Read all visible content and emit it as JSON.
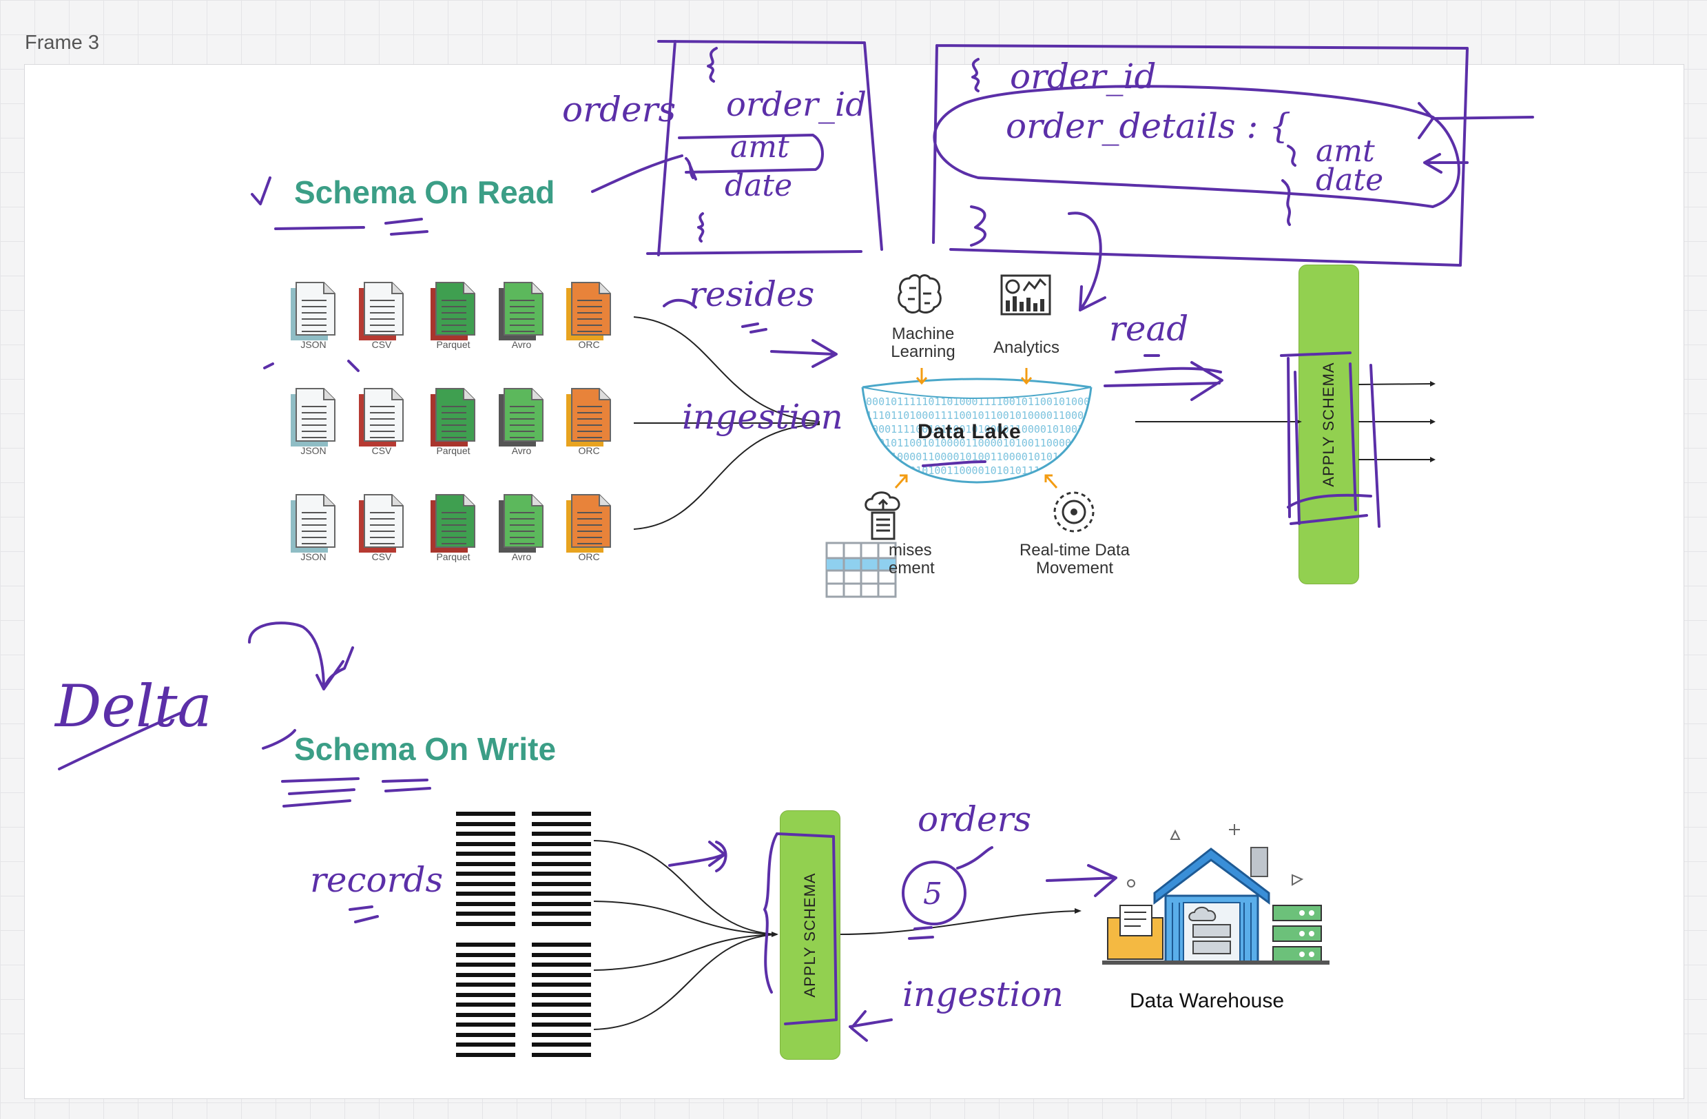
{
  "frame": {
    "label": "Frame 3"
  },
  "schema_on_read": {
    "title": "Schema On Read",
    "file_rows": [
      [
        "JSON",
        "CSV",
        "Parquet",
        "Avro",
        "ORC"
      ],
      [
        "JSON",
        "CSV",
        "Parquet",
        "Avro",
        "ORC"
      ],
      [
        "JSON",
        "CSV",
        "Parquet",
        "Avro",
        "ORC"
      ]
    ],
    "lake": {
      "title": "Data Lake",
      "binary": "0000101111101101000111100101100101000011000010100110000101010111011010110101110101001110101100101101001101000010",
      "ml_label": "Machine\nLearning",
      "analytics_label": "Analytics",
      "onprem_label": "mises\nement",
      "realtime_label": "Real-time Data\nMovement"
    },
    "apply_schema": "APPLY SCHEMA"
  },
  "schema_on_write": {
    "title": "Schema On Write",
    "apply_schema": "APPLY SCHEMA",
    "warehouse_label": "Data Warehouse"
  },
  "annotations": {
    "orders": "orders",
    "order_id": "order_id",
    "amt": "amt",
    "date": "date",
    "order_id_2": "order_id",
    "order_details": "order_details : {",
    "amt_2": "amt",
    "date_2": "date",
    "resides": "resides",
    "ingestion": "ingestion",
    "read": "read",
    "delta": "Delta",
    "records": "records",
    "orders_2": "orders",
    "ingestion_2": "ingestion",
    "five": "5"
  },
  "colors": {
    "title_green": "#3b9e86",
    "apply_green": "#92d050",
    "ink_purple": "#5b2fa8",
    "lake_blue": "#4aa7c9"
  },
  "icons": {
    "json": "document-icon",
    "csv": "document-red-icon",
    "parquet": "document-green-icon",
    "avro": "document-green-icon",
    "orc": "document-orange-icon",
    "ml": "brain-icon",
    "analytics": "dashboard-icon",
    "onprem": "cloud-upload-icon",
    "realtime": "signal-icon",
    "warehouse": "warehouse-icon",
    "table": "table-icon"
  }
}
